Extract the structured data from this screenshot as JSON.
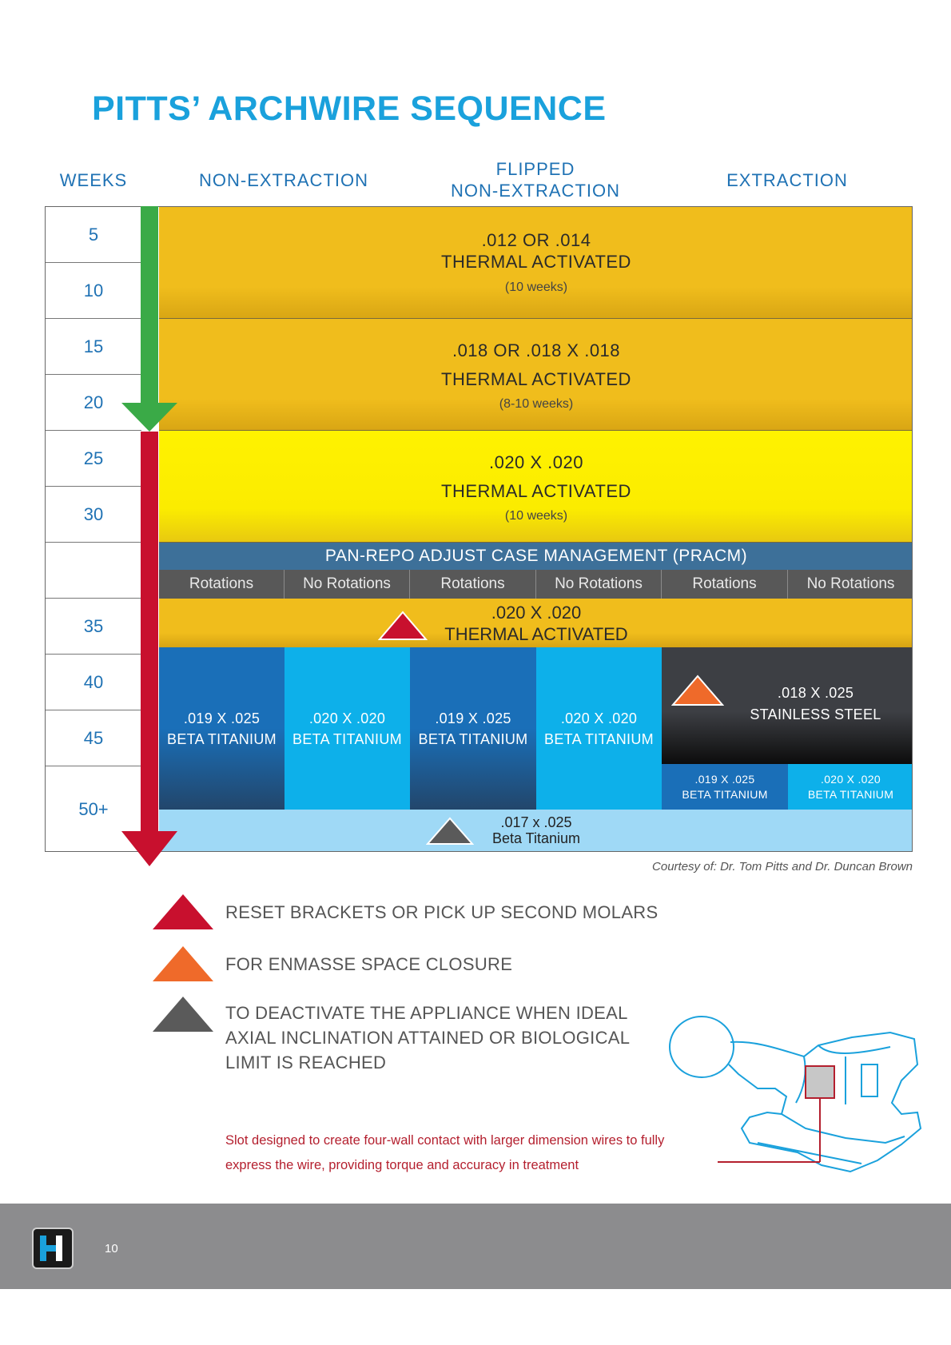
{
  "title": "PITTS’ ARCHWIRE SEQUENCE",
  "headers": {
    "weeks": "WEEKS",
    "non_extraction": "NON-EXTRACTION",
    "flipped_1": "FLIPPED",
    "flipped_2": "NON-EXTRACTION",
    "extraction": "EXTRACTION"
  },
  "weeks": [
    "5",
    "10",
    "15",
    "20",
    "25",
    "30",
    "",
    "35",
    "40",
    "45",
    "50+"
  ],
  "bands": [
    {
      "line1": ".012 OR .014",
      "line2": "THERMAL ACTIVATED",
      "line3": "(10 weeks)"
    },
    {
      "line1": ".018 OR .018 X .018",
      "line2": "THERMAL ACTIVATED",
      "line3": "(8-10 weeks)"
    },
    {
      "line1": ".020 X .020",
      "line2": "THERMAL ACTIVATED",
      "line3": "(10 weeks)"
    }
  ],
  "pracm": "PAN-REPO ADJUST CASE MANAGEMENT (PRACM)",
  "rotations": [
    "Rotations",
    "No Rotations",
    "Rotations",
    "No Rotations",
    "Rotations",
    "No Rotations"
  ],
  "thermal2": {
    "line1": ".020 X .020",
    "line2": "THERMAL ACTIVATED"
  },
  "wires": [
    {
      "size": ".019 X .025",
      "type": "BETA TITANIUM"
    },
    {
      "size": ".020 X .020",
      "type": "BETA TITANIUM"
    },
    {
      "size": ".019 X .025",
      "type": "BETA TITANIUM"
    },
    {
      "size": ".020 X .020",
      "type": "BETA TITANIUM"
    }
  ],
  "stainless": {
    "size": ".018 X .025",
    "type": "STAINLESS STEEL"
  },
  "extraction_small": [
    {
      "size": ".019 X .025",
      "type": "BETA TITANIUM"
    },
    {
      "size": ".020 X .020",
      "type": "BETA TITANIUM"
    }
  ],
  "final": {
    "size": ".017 x .025",
    "type": "Beta Titanium"
  },
  "courtesy": "Courtesy of: Dr. Tom Pitts and Dr. Duncan Brown",
  "legend": {
    "red": "RESET BRACKETS OR PICK UP SECOND MOLARS",
    "orange": "FOR ENMASSE SPACE CLOSURE",
    "gray_1": "TO DEACTIVATE THE APPLIANCE WHEN IDEAL",
    "gray_2": "AXIAL INCLINATION ATTAINED OR BIOLOGICAL",
    "gray_3": "LIMIT IS REACHED"
  },
  "slot_note_1": "Slot designed to create four-wall contact with larger dimension wires to fully",
  "slot_note_2": "express the wire, providing torque and accuracy in treatment",
  "page_number": "10",
  "colors": {
    "title_blue": "#1aa1dc",
    "header_blue": "#1f72b4",
    "gold": "#f0bd1c",
    "yellow": "#fff200",
    "pracm_blue": "#3d7099",
    "dark_blue": "#1a6fb8",
    "light_blue": "#0db0ea",
    "green_arrow": "#3aaa47",
    "red_arrow": "#c8102e",
    "red_triangle": "#c8102e",
    "orange_triangle": "#ef6a2a",
    "gray_triangle": "#5a5a5a"
  }
}
